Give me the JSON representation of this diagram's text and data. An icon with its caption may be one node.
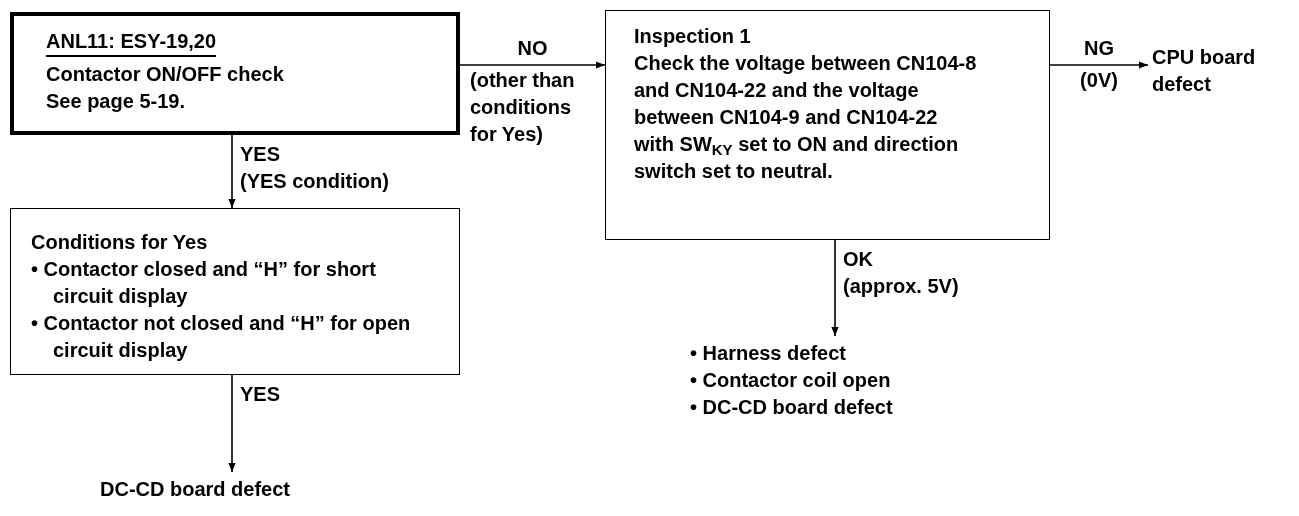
{
  "diagram": {
    "nodes": [
      {
        "text": [
          "ANL11: ESY-19,20",
          "Contactor ON/OFF check See page 5-19."
        ]
      },
      {
        "text": [
          "Conditions for Yes",
          "• Contactor closed and “H” for short circuit display",
          "• Contactor not closed and “H” for open circuit display"
        ]
      },
      {
        "text": [
          "DC-CD board defect"
        ]
      },
      {
        "text": [
          "Inspection 1",
          "Check the voltage between CN104-8 and CN104-22 and the voltage between CN104-9 and CN104-22 with SW$_{KY}$ set to ON and direction switch set to neutral."
        ]
      },
      {
        "text": [
          "CPU board defect"
        ]
      },
      {
        "text": [
          "• Harness defect",
          "• Contactor coil open",
          "• DC-CD board defect"
        ]
      }
    ],
    "edges": [
      {
        "from": 0,
        "to": 1,
        "arrow": "to",
        "label": "YES (YES condition)"
      },
      {
        "from": 1,
        "to": 2,
        "arrow": "to",
        "label": "YES"
      },
      {
        "from": 0,
        "to": 3,
        "arrow": "to",
        "label": "NO (other than conditions for Yes)"
      },
      {
        "from": 3,
        "to": 4,
        "arrow": "to",
        "label": "NG (0V)"
      },
      {
        "from": 3,
        "to": 5,
        "arrow": "to",
        "label": "OK (approx. 5V)"
      }
    ]
  }
}
